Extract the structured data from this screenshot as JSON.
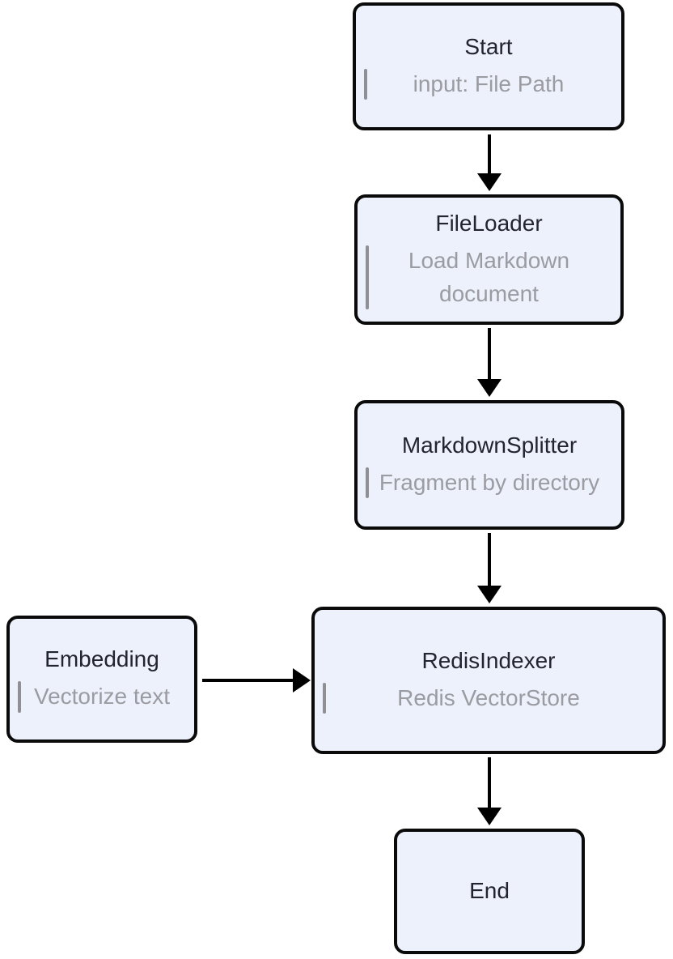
{
  "diagram": {
    "type": "flowchart",
    "background_color": "#ffffff",
    "node_fill_color": "#edf1fb",
    "node_border_color": "#0a0a0a",
    "title_color": "#23252e",
    "subtitle_color": "#9b9ba2",
    "accent_bar_color": "#8f8f96",
    "arrow_color": "#000000",
    "nodes": {
      "start": {
        "title": "Start",
        "subtitle": "input: File Path"
      },
      "fileloader": {
        "title": "FileLoader",
        "subtitle": "Load Markdown\ndocument"
      },
      "markdownsplitter": {
        "title": "MarkdownSplitter",
        "subtitle": "Fragment by directory"
      },
      "embedding": {
        "title": "Embedding",
        "subtitle": "Vectorize text"
      },
      "redisindexer": {
        "title": "RedisIndexer",
        "subtitle": "Redis VectorStore"
      },
      "end": {
        "title": "End",
        "subtitle": ""
      }
    },
    "edges": [
      {
        "from": "Start",
        "to": "FileLoader"
      },
      {
        "from": "FileLoader",
        "to": "MarkdownSplitter"
      },
      {
        "from": "MarkdownSplitter",
        "to": "RedisIndexer"
      },
      {
        "from": "Embedding",
        "to": "RedisIndexer"
      },
      {
        "from": "RedisIndexer",
        "to": "End"
      }
    ]
  }
}
